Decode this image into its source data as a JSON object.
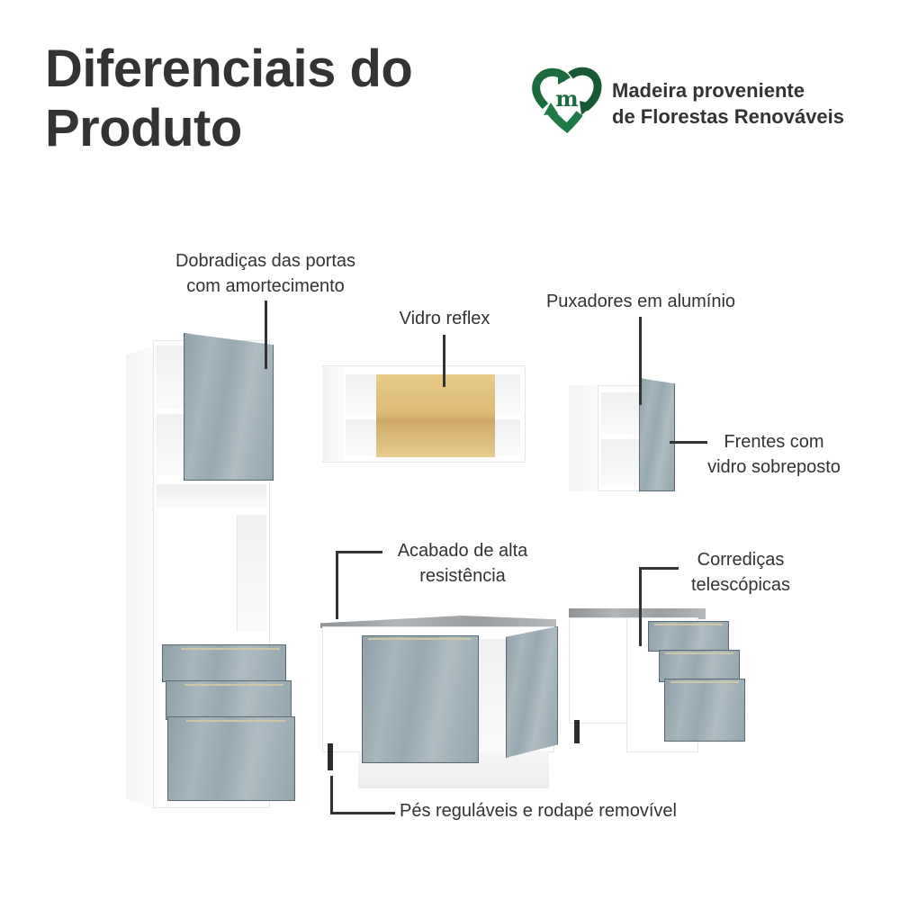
{
  "header": {
    "title_line1": "Diferenciais do",
    "title_line2": "Produto"
  },
  "badge": {
    "icon": "recycle-m-logo-icon",
    "icon_letter": "m",
    "line1": "Madeira proveniente",
    "line2": "de Florestas Renováveis",
    "color": "#1b6b3f"
  },
  "features": [
    {
      "id": "hinges",
      "line1": "Dobradiças das portas",
      "line2": "com amortecimento"
    },
    {
      "id": "glass",
      "line1": "Vidro reflex"
    },
    {
      "id": "handles",
      "line1": "Puxadores em alumínio"
    },
    {
      "id": "fronts",
      "line1": "Frentes com",
      "line2": "vidro sobreposto"
    },
    {
      "id": "finish",
      "line1": "Acabado de alta",
      "line2": "resistência"
    },
    {
      "id": "slides",
      "line1": "Corrediças",
      "line2": "telescópicas"
    },
    {
      "id": "feet",
      "line1": "Pés reguláveis e rodapé removível"
    }
  ],
  "colors": {
    "text": "#333333",
    "glass_front": "#9fafb6",
    "reflex_glass": "#d9b060",
    "countertop": "#a4a7a9"
  }
}
